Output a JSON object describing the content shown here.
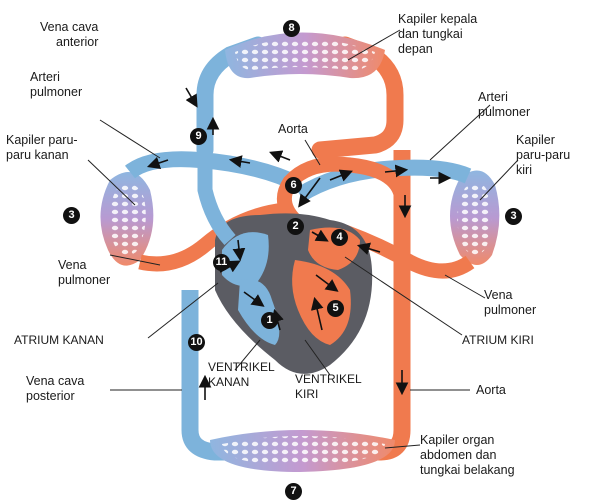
{
  "labels": {
    "vena_cava_anterior": "Vena cava\nanterior",
    "kapiler_kepala": "Kapiler kepala\ndan tungkai\ndepan",
    "arteri_pulmoner_kanan": "Arteri\npulmoner",
    "arteri_pulmoner_kiri": "Arteri\npulmoner",
    "aorta_top": "Aorta",
    "kapiler_paru_kanan": "Kapiler paru-\nparu kanan",
    "kapiler_paru_kiri": "Kapiler\nparu-paru\nkiri",
    "vena_pulmoner_kanan": "Vena\npulmoner",
    "vena_pulmoner_kiri": "Vena\npulmoner",
    "atrium_kanan": "ATRIUM KANAN",
    "atrium_kiri": "ATRIUM KIRI",
    "ventrikel_kanan": "VENTRIKEL\nKANAN",
    "ventrikel_kiri": "VENTRIKEL\nKIRI",
    "vena_cava_posterior": "Vena cava\nposterior",
    "aorta_bottom": "Aorta",
    "kapiler_organ": "Kapiler organ\nabdomen dan\ntungkai belakang"
  },
  "numbers": [
    "1",
    "2",
    "3",
    "3",
    "4",
    "5",
    "6",
    "7",
    "8",
    "9",
    "10",
    "11"
  ],
  "colors": {
    "oxygenated": "#f07a4e",
    "deoxygenated": "#7db3db",
    "capillary": "#b08cc8",
    "heart_dark": "#5b5c63"
  }
}
